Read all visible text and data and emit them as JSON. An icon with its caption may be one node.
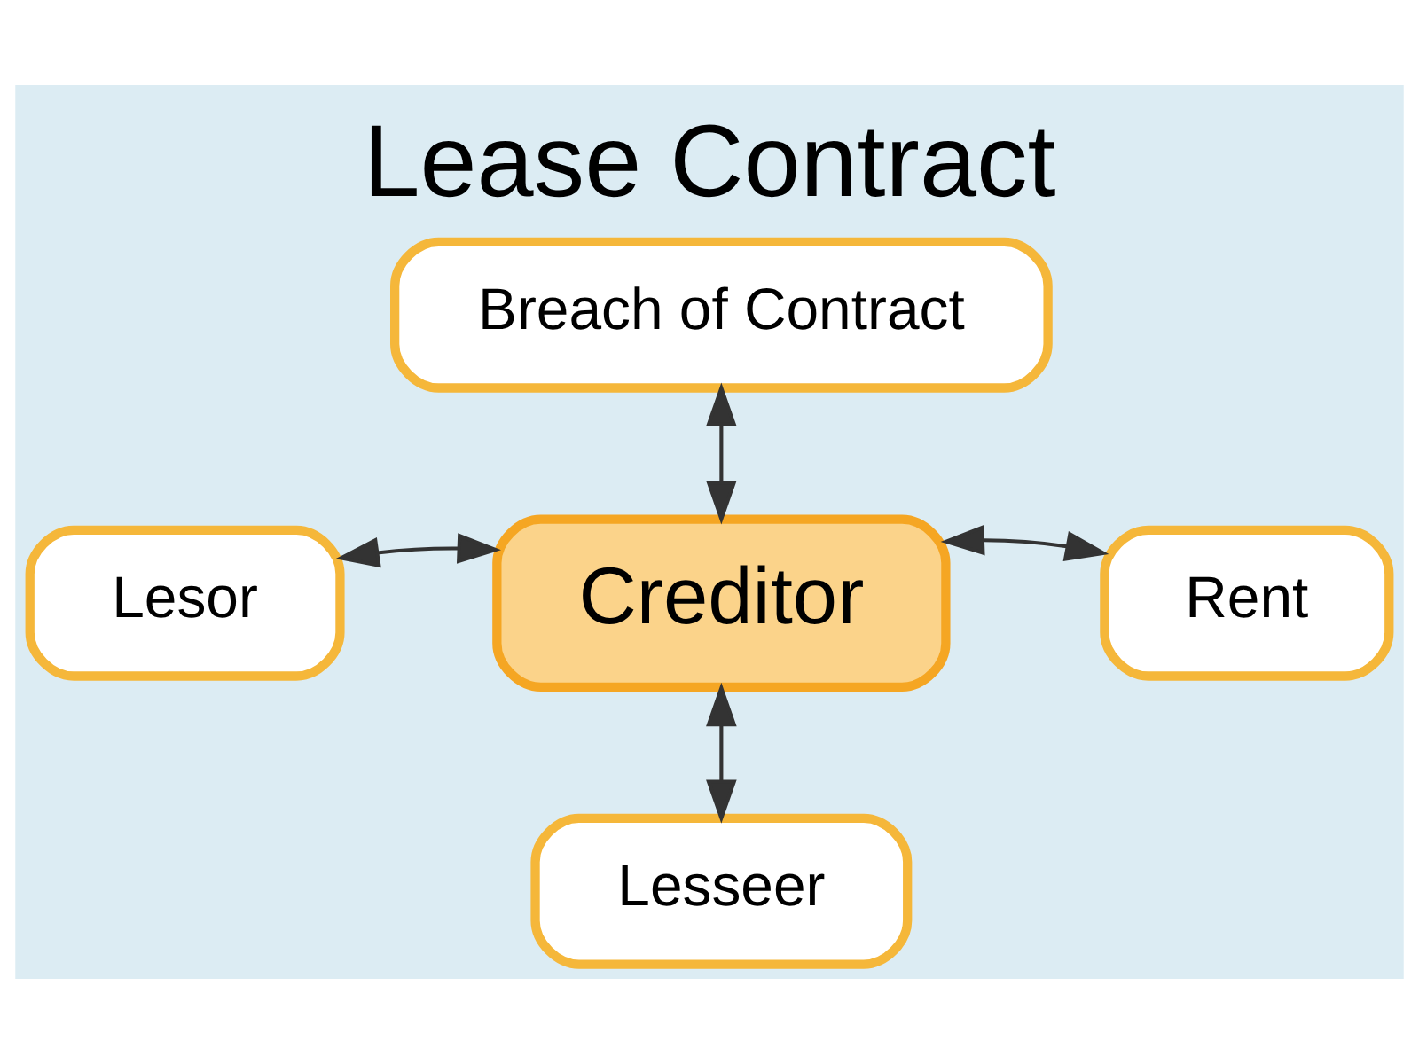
{
  "diagram": {
    "title": "Lease Contract",
    "nodes": [
      {
        "text": [
          "Breach of Contract"
        ]
      },
      {
        "text": [
          "Lesor"
        ]
      },
      {
        "text": [
          "Creditor"
        ]
      },
      {
        "text": [
          "Rent"
        ]
      },
      {
        "text": [
          "Lesseer"
        ]
      }
    ],
    "edges": [
      {
        "from": 0,
        "to": 2,
        "arrow": "both"
      },
      {
        "from": 1,
        "to": 2,
        "arrow": "both"
      },
      {
        "from": 3,
        "to": 2,
        "arrow": "both"
      },
      {
        "from": 2,
        "to": 4,
        "arrow": "both"
      }
    ]
  }
}
